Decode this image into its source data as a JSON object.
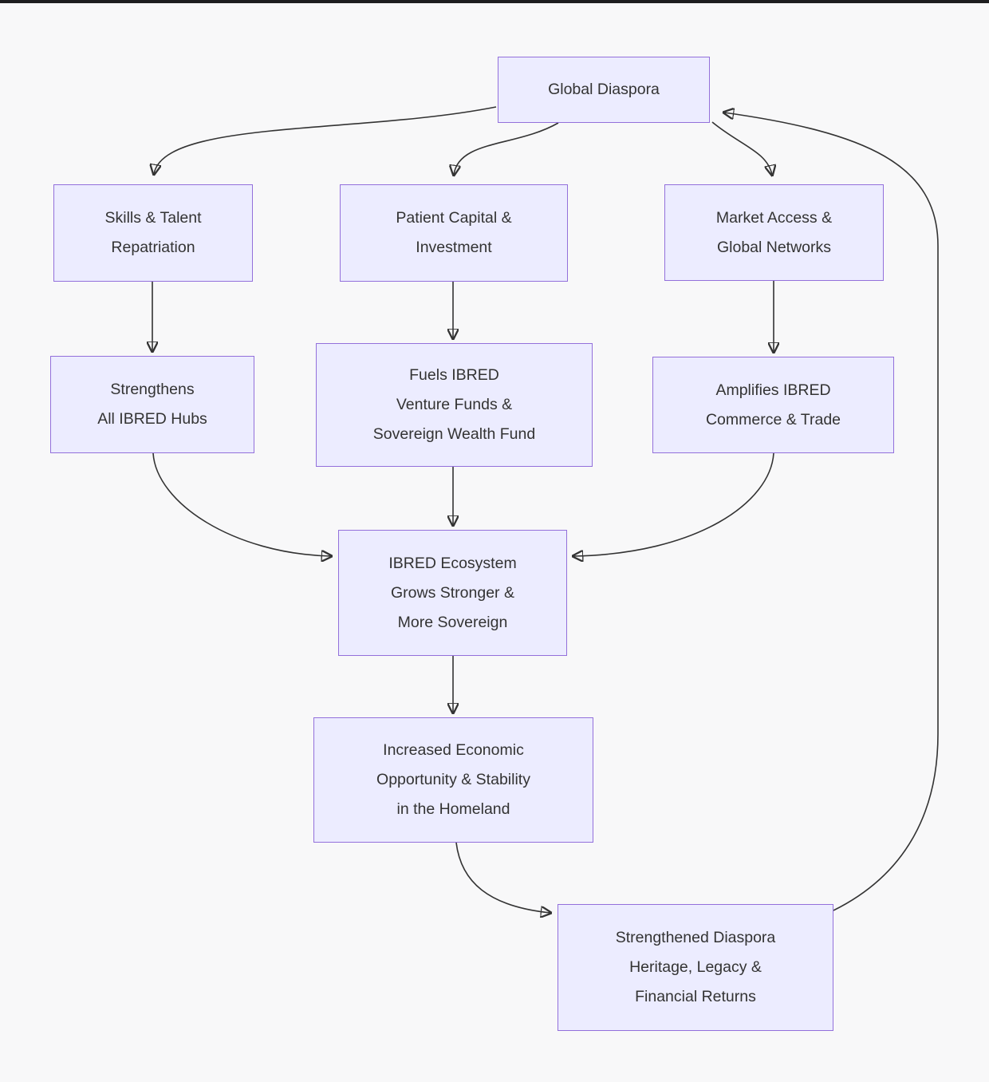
{
  "colors": {
    "background": "#f8f8f9",
    "node_fill": "#ececff",
    "node_border": "#9370db",
    "edge": "#333333",
    "text": "#333333",
    "top_bar": "#1d1d1f"
  },
  "nodes": {
    "global_diaspora": "Global Diaspora",
    "skills_talent": "Skills & Talent\nRepatriation",
    "patient_capital": "Patient Capital &\nInvestment",
    "market_access": "Market Access &\nGlobal Networks",
    "strengthens_hubs": "Strengthens\nAll IBRED Hubs",
    "fuels_funds": "Fuels IBRED\nVenture Funds &\nSovereign Wealth Fund",
    "amplifies_commerce": "Amplifies IBRED\nCommerce & Trade",
    "ecosystem": "IBRED Ecosystem\nGrows Stronger &\nMore Sovereign",
    "economic_opportunity": "Increased Economic\nOpportunity & Stability\nin the Homeland",
    "diaspora_returns": "Strengthened Diaspora\nHeritage, Legacy &\nFinancial Returns"
  },
  "edges": [
    {
      "from": "global_diaspora",
      "to": "skills_talent"
    },
    {
      "from": "global_diaspora",
      "to": "patient_capital"
    },
    {
      "from": "global_diaspora",
      "to": "market_access"
    },
    {
      "from": "skills_talent",
      "to": "strengthens_hubs"
    },
    {
      "from": "patient_capital",
      "to": "fuels_funds"
    },
    {
      "from": "market_access",
      "to": "amplifies_commerce"
    },
    {
      "from": "strengthens_hubs",
      "to": "ecosystem"
    },
    {
      "from": "fuels_funds",
      "to": "ecosystem"
    },
    {
      "from": "amplifies_commerce",
      "to": "ecosystem"
    },
    {
      "from": "ecosystem",
      "to": "economic_opportunity"
    },
    {
      "from": "economic_opportunity",
      "to": "diaspora_returns"
    },
    {
      "from": "diaspora_returns",
      "to": "global_diaspora"
    }
  ]
}
